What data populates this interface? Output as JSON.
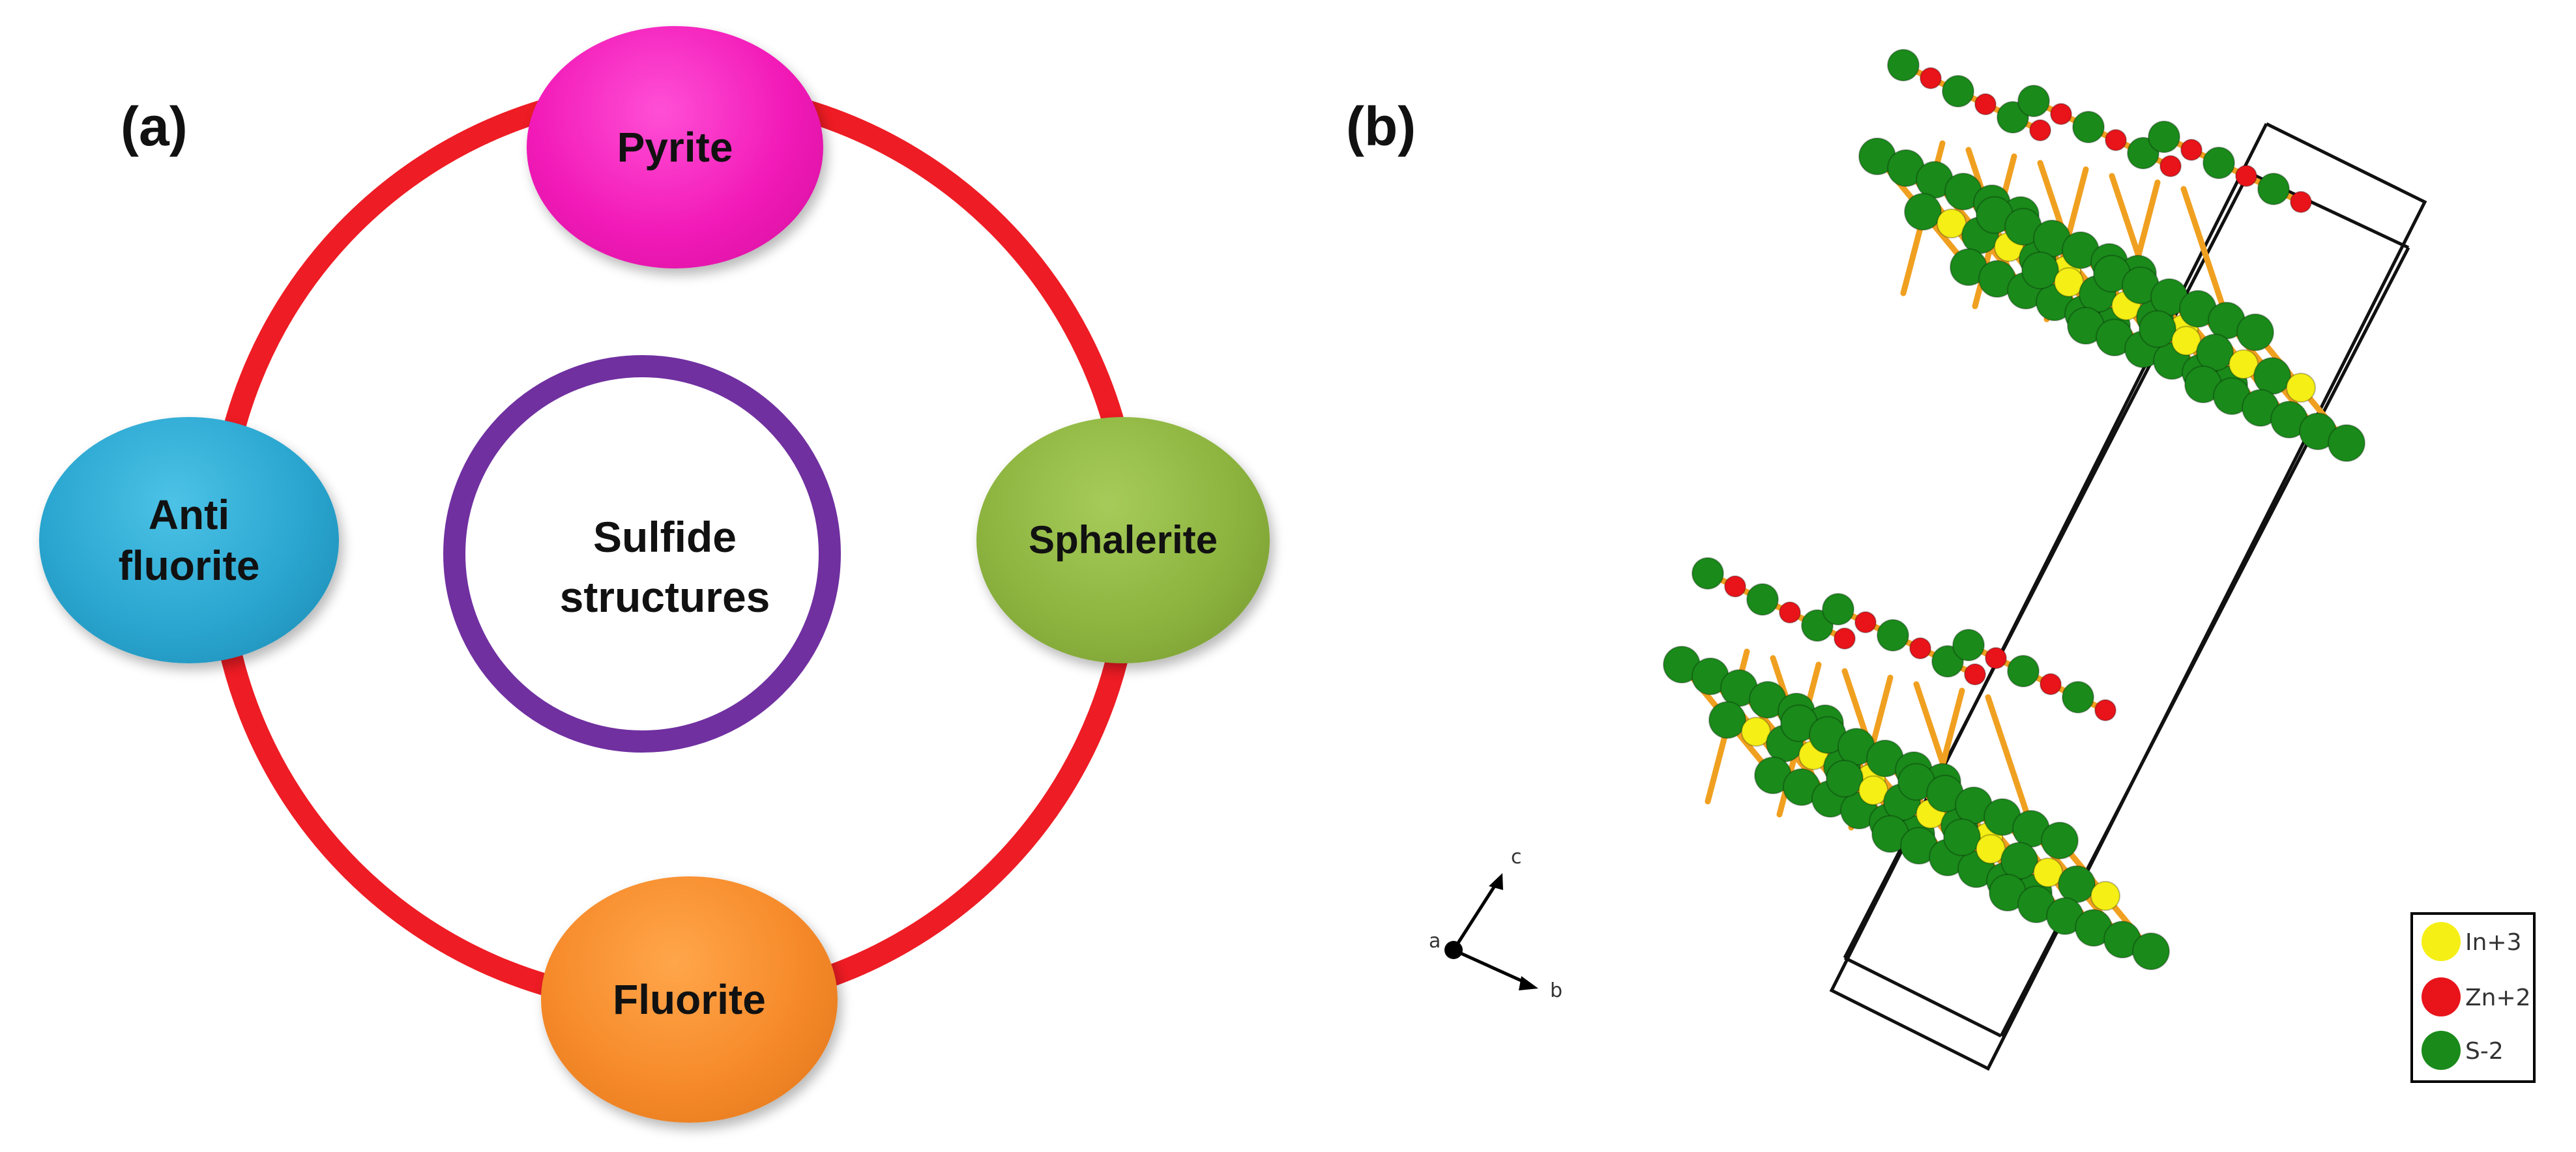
{
  "panel_a": {
    "label": "(a)",
    "center": "Sulfide\nstructures",
    "nodes": {
      "top": "Pyrite",
      "right": "Sphalerite",
      "bottom": "Fluorite",
      "left": "Anti\nfluorite"
    },
    "colors": {
      "outer_ring": "#ee1c24",
      "inner_ring": "#7030a0",
      "pyrite": "#f21ab8",
      "sphalerite": "#8db43f",
      "fluorite": "#f68a2a",
      "antifluorite": "#2aa6d0"
    }
  },
  "panel_b": {
    "label": "(b)",
    "axes": {
      "a": "a",
      "b": "b",
      "c": "c"
    },
    "legend": [
      {
        "label": "In+3",
        "color": "#f5ef15"
      },
      {
        "label": "Zn+2",
        "color": "#e8141a"
      },
      {
        "label": "S-2",
        "color": "#1a8a1a"
      }
    ],
    "bond_color": "#f0a020",
    "cell_edge_color": "#111111"
  }
}
